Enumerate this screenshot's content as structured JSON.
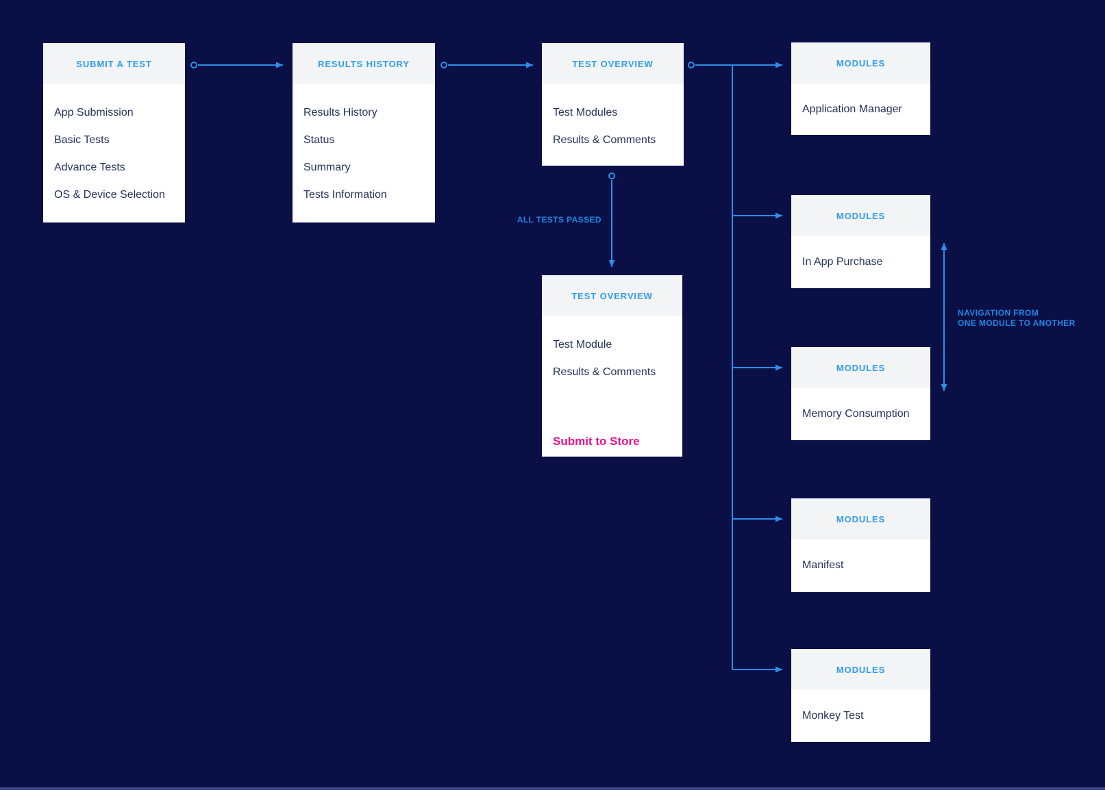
{
  "colors": {
    "background": "#0A0F45",
    "box_body": "#FFFFFF",
    "box_header_bg": "#F2F4F6",
    "accent_blue": "#2D9CEF",
    "connector_blue": "#2B8FE8",
    "item_text": "#24325A",
    "action_magenta": "#EC108F",
    "bottom_strip": "#3A478F"
  },
  "boxes": [
    {
      "title": "SUBMIT A TEST",
      "items": [
        "App Submission",
        "Basic Tests",
        "Advance Tests",
        "OS & Device Selection"
      ]
    },
    {
      "title": "RESULTS HISTORY",
      "items": [
        "Results History",
        "Status",
        "Summary",
        "Tests Information"
      ]
    },
    {
      "title": "TEST OVERVIEW",
      "items": [
        "Test Modules",
        "Results & Comments"
      ]
    },
    {
      "title": "TEST OVERVIEW",
      "items": [
        "Test Module",
        "Results & Comments"
      ],
      "action": "Submit to Store"
    },
    {
      "title": "MODULES",
      "items": [
        "Application Manager"
      ]
    },
    {
      "title": "MODULES",
      "items": [
        "In App Purchase"
      ]
    },
    {
      "title": "MODULES",
      "items": [
        "Memory Consumption"
      ]
    },
    {
      "title": "MODULES",
      "items": [
        "Manifest"
      ]
    },
    {
      "title": "MODULES",
      "items": [
        "Monkey Test"
      ]
    }
  ],
  "annotations": {
    "all_tests_passed": "ALL TESTS PASSED",
    "navigation": "NAVIGATION FROM\nONE MODULE TO ANOTHER"
  }
}
